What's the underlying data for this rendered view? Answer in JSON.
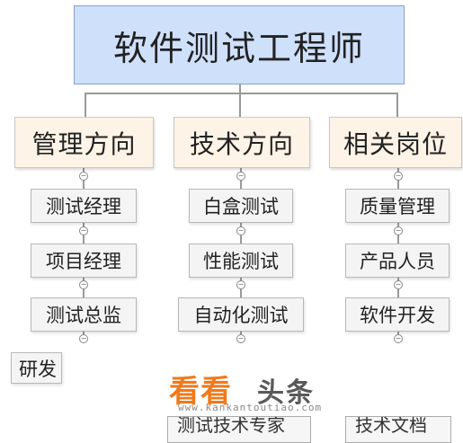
{
  "root": {
    "label": "软件测试工程师"
  },
  "columns": [
    {
      "title": "管理方向",
      "items": [
        "测试经理",
        "项目经理",
        "测试总监"
      ]
    },
    {
      "title": "技术方向",
      "items": [
        "白盒测试",
        "性能测试",
        "自动化测试"
      ]
    },
    {
      "title": "相关岗位",
      "items": [
        "质量管理",
        "产品人员",
        "软件开发"
      ]
    }
  ],
  "extra": {
    "label": "研发"
  },
  "cut_off": [
    "测试技术专家",
    "技术文档"
  ],
  "toggle_symbol": "−",
  "watermark": {
    "brand": "看看",
    "head": "头条",
    "url": "www.kankantoutiao.com"
  }
}
